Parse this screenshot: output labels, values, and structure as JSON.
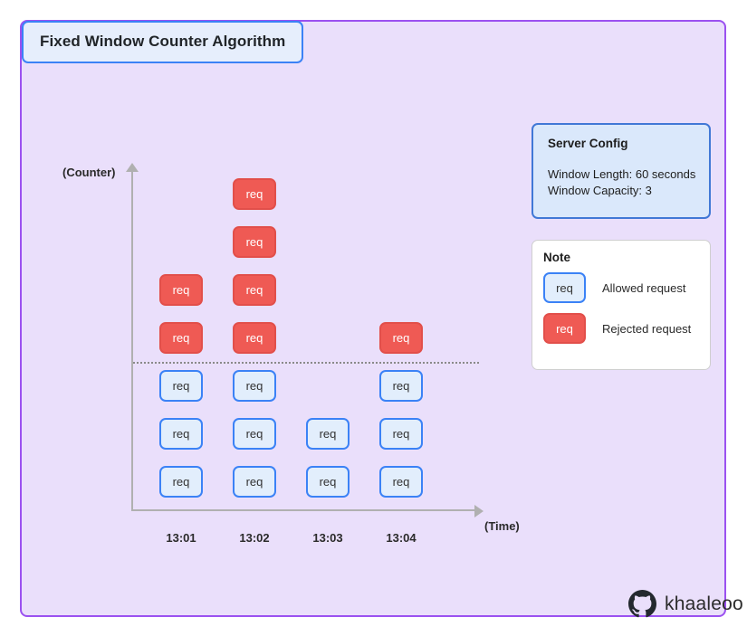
{
  "title": "Fixed Window Counter Algorithm",
  "chart_data": {
    "type": "bar",
    "title": "Fixed Window Counter Algorithm",
    "xlabel": "(Time)",
    "ylabel": "(Counter)",
    "categories": [
      "13:01",
      "13:02",
      "13:03",
      "13:04"
    ],
    "capacity_threshold": 3,
    "threshold_line": true,
    "grid": false,
    "legend_position": "right",
    "series": [
      {
        "name": "Allowed request",
        "color": "#e2eefc",
        "values": [
          3,
          3,
          2,
          3
        ]
      },
      {
        "name": "Rejected request",
        "color": "#ef5a54",
        "values": [
          2,
          4,
          0,
          1
        ]
      }
    ],
    "totals": [
      5,
      7,
      2,
      4
    ],
    "box_label": "req",
    "columns": [
      {
        "time": "13:01",
        "allowed": 3,
        "rejected": 2
      },
      {
        "time": "13:02",
        "allowed": 3,
        "rejected": 4
      },
      {
        "time": "13:03",
        "allowed": 2,
        "rejected": 0
      },
      {
        "time": "13:04",
        "allowed": 3,
        "rejected": 1
      }
    ]
  },
  "axes": {
    "y_label": "(Counter)",
    "x_label": "(Time)",
    "ticks": [
      "13:01",
      "13:02",
      "13:03",
      "13:04"
    ]
  },
  "server_config": {
    "heading": "Server Config",
    "window_length": "Window Length: 60 seconds",
    "window_capacity": "Window Capacity: 3"
  },
  "note": {
    "heading": "Note",
    "legend": [
      {
        "swatch_label": "req",
        "text": "Allowed request",
        "type": "allowed"
      },
      {
        "swatch_label": "req",
        "text": "Rejected request",
        "type": "rejected"
      }
    ]
  },
  "watermark": {
    "name": "khaaleoo",
    "icon": "github-icon"
  },
  "colors": {
    "frame_border": "#9b51f0",
    "frame_fill": "#eadffb",
    "allowed_fill": "#e2eefc",
    "allowed_border": "#3b82f6",
    "rejected_fill": "#ef5a54",
    "rejected_border": "#e24f4a",
    "config_fill": "#dae8fb",
    "config_border": "#4178d6",
    "axis": "#b0b0b0"
  }
}
